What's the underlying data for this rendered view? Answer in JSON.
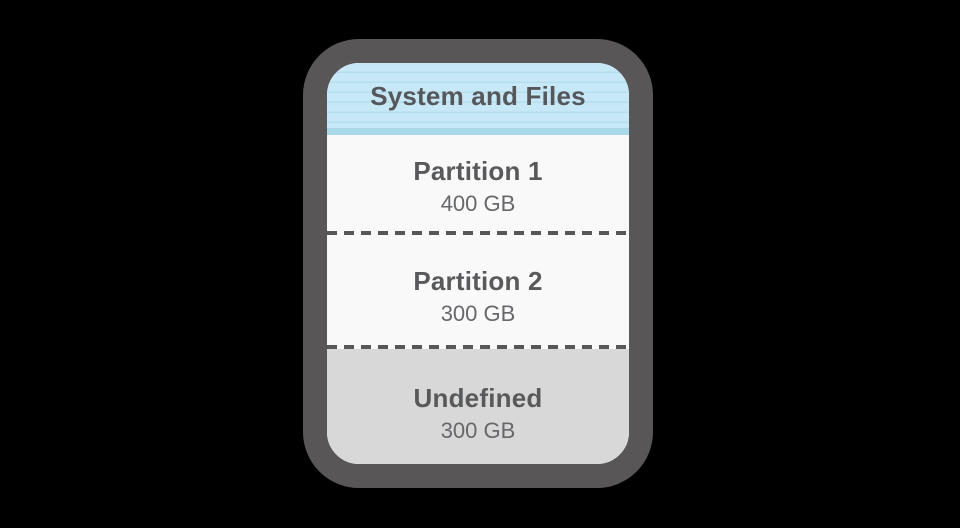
{
  "diagram": {
    "header": {
      "title": "System and Files"
    },
    "partitions": [
      {
        "name": "Partition 1",
        "size": "400 GB",
        "state": "defined"
      },
      {
        "name": "Partition 2",
        "size": "300 GB",
        "state": "defined"
      },
      {
        "name": "Undefined",
        "size": "300 GB",
        "state": "undefined"
      }
    ],
    "colors": {
      "canvas_background": "#000000",
      "device_border": "#595657",
      "header_background": "#c7e9f7",
      "header_stripe": "#b4ddee",
      "header_bottom_band": "#a9d8e8",
      "section_background": "#f9f9fa",
      "undefined_background": "#d8d8d8",
      "title_text": "#58595b",
      "size_text": "#67686b",
      "dashed_divider": "#595657"
    }
  }
}
